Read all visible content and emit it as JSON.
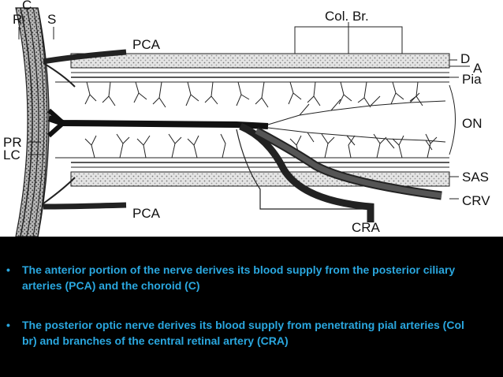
{
  "diagram": {
    "labels": {
      "c": "C",
      "r": "R",
      "s": "S",
      "pca_top": "PCA",
      "col_br": "Col. Br.",
      "d": "D",
      "a": "A",
      "pia": "Pia",
      "on": "ON",
      "pr": "PR",
      "lc": "LC",
      "pca_bottom": "PCA",
      "sas": "SAS",
      "crv": "CRV",
      "cra": "CRA"
    }
  },
  "bullets": [
    {
      "marker": "•",
      "text": "The anterior portion of the nerve derives its blood supply from the posterior ciliary arteries (PCA) and the choroid (C)"
    },
    {
      "marker": "•",
      "text": "The posterior optic nerve derives its blood supply from penetrating pial arteries (Col br) and branches of the central retinal artery (CRA)"
    }
  ]
}
